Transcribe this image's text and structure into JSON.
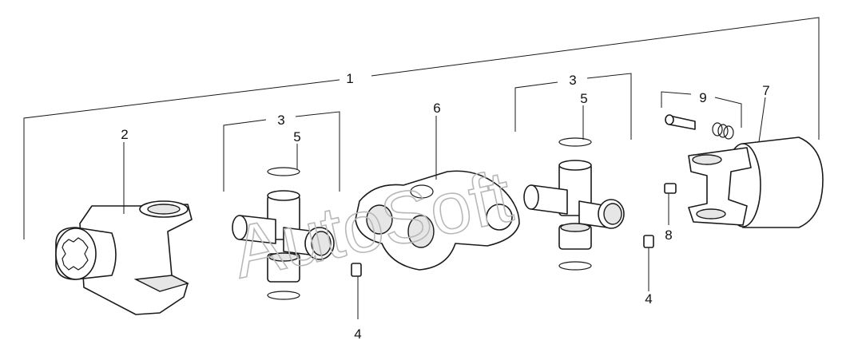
{
  "watermark": "AutoSoft",
  "callouts": {
    "assembly": "1",
    "yoke_end": "2",
    "cross_kit_left": "3",
    "cross_kit_right": "3",
    "nipple_left": "4",
    "nipple_right": "4",
    "ring_left": "5",
    "ring_right": "5",
    "center_yoke": "6",
    "yoke_clutch": "7",
    "grease_fitting": "8",
    "bolt_kit": "9"
  }
}
